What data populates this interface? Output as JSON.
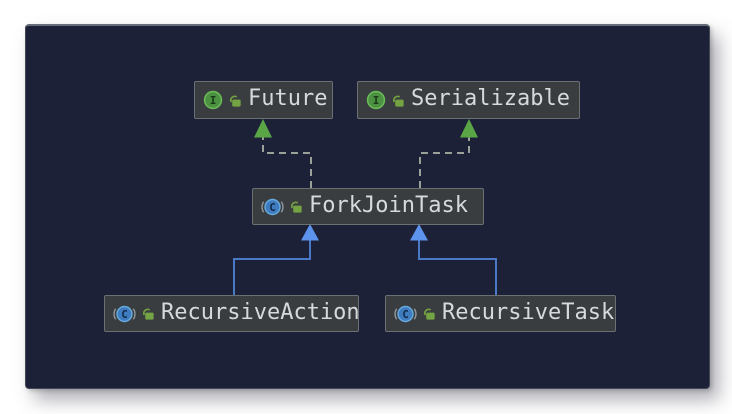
{
  "diagram": {
    "type": "uml-class-diagram",
    "nodes": [
      {
        "label": "Future",
        "kind": "interface",
        "icon": "interface-icon",
        "modifier_icon": "unlocked-padlock-icon"
      },
      {
        "label": "Serializable",
        "kind": "interface",
        "icon": "interface-icon",
        "modifier_icon": "unlocked-padlock-icon"
      },
      {
        "label": "ForkJoinTask",
        "kind": "class",
        "icon": "class-icon",
        "modifier_icon": "unlocked-padlock-icon"
      },
      {
        "label": "RecursiveAction",
        "kind": "class",
        "icon": "class-icon",
        "modifier_icon": "unlocked-padlock-icon"
      },
      {
        "label": "RecursiveTask",
        "kind": "class",
        "icon": "class-icon",
        "modifier_icon": "unlocked-padlock-icon"
      }
    ],
    "edges": [
      {
        "from": "ForkJoinTask",
        "to": "Future",
        "relation": "implements",
        "line_style": "dashed",
        "line_color": "#9ba197",
        "arrow_color": "#5aa546"
      },
      {
        "from": "ForkJoinTask",
        "to": "Serializable",
        "relation": "implements",
        "line_style": "dashed",
        "line_color": "#9ba197",
        "arrow_color": "#5aa546"
      },
      {
        "from": "RecursiveAction",
        "to": "ForkJoinTask",
        "relation": "extends",
        "line_style": "solid",
        "line_color": "#4a79c5",
        "arrow_color": "#5d92ed"
      },
      {
        "from": "RecursiveTask",
        "to": "ForkJoinTask",
        "relation": "extends",
        "line_style": "solid",
        "line_color": "#4a79c5",
        "arrow_color": "#5d92ed"
      }
    ],
    "icon_letters": {
      "interface": "I",
      "class": "C"
    },
    "colors": {
      "page_background": "#ffffff",
      "canvas_background": "#1c2137",
      "node_background": "#3a3d3f",
      "node_border": "#6b7073",
      "node_text": "#d7dadc",
      "interface_icon_green": "#4c9141",
      "class_icon_blue": "#3f7cbf",
      "padlock_olive": "#74a343",
      "implements_edge": "#9ba197",
      "implements_arrow": "#5aa546",
      "extends_edge": "#4a79c5",
      "extends_arrow": "#5d92ed"
    }
  }
}
